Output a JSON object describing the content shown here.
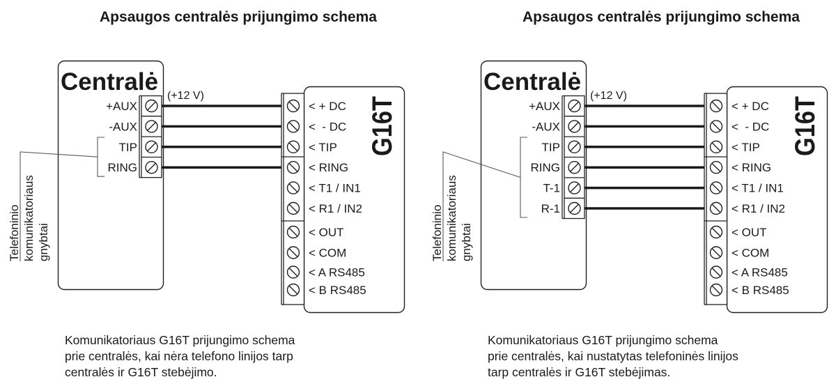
{
  "colors": {
    "line": "#231f20",
    "wire": "#1a1a1a",
    "leader": "#5a5a5a",
    "text": "#1a1a1a",
    "background": "#ffffff"
  },
  "diagrams": [
    {
      "title": "Apsaugos centralės prijungimo schema",
      "panel": {
        "name": "Centralė",
        "terminals": [
          "+AUX",
          "-AUX",
          "TIP",
          "RING"
        ]
      },
      "voltage_label": "(+12 V)",
      "device": {
        "name": "G16T",
        "terminals": [
          "< + DC",
          "<  - DC",
          "< TIP",
          "< RING",
          "< T1 / IN1",
          "< R1 / IN2",
          "< OUT",
          "< COM",
          "< A RS485",
          "< B RS485"
        ]
      },
      "side_label": [
        "Telefoninio",
        "komunikatoriaus",
        "gnybtai"
      ],
      "caption": [
        "Komunikatoriaus G16T prijungimo schema",
        "prie centralės, kai nėra telefono linijos tarp",
        "centralės ir G16T stebėjimo."
      ]
    },
    {
      "title": "Apsaugos centralės prijungimo schema",
      "panel": {
        "name": "Centralė",
        "terminals": [
          "+AUX",
          "-AUX",
          "TIP",
          "RING",
          "T-1",
          "R-1"
        ]
      },
      "voltage_label": "(+12 V)",
      "device": {
        "name": "G16T",
        "terminals": [
          "< + DC",
          "<  - DC",
          "< TIP",
          "< RING",
          "< T1 / IN1",
          "< R1 / IN2",
          "< OUT",
          "< COM",
          "< A RS485",
          "< B RS485"
        ]
      },
      "side_label": [
        "Telefoninio",
        "komunikatoriaus",
        "gnybtai"
      ],
      "caption": [
        "Komunikatoriaus G16T prijungimo schema",
        "prie centralės, kai nustatytas telefoninės linijos",
        "tarp centralės ir G16T stebėjimas."
      ]
    }
  ]
}
